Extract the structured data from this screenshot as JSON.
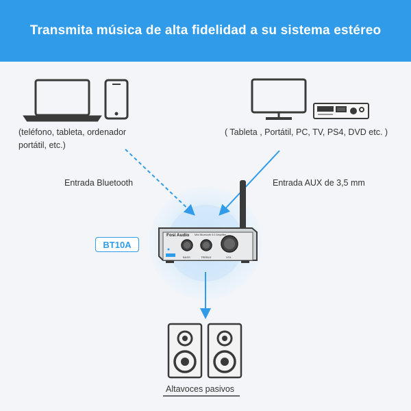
{
  "header": {
    "title": "Transmita música de alta fidelidad a su sistema estéreo"
  },
  "left_devices": {
    "description_line1": "(teléfono, tableta, ordenador",
    "description_line2": "portátil, etc.)",
    "connection_label": "Entrada Bluetooth",
    "icons": [
      "laptop-icon",
      "smartphone-icon"
    ]
  },
  "right_devices": {
    "description": "( Tableta , Portátil, PC, TV, PS4, DVD etc. )",
    "connection_label": "Entrada AUX de 3,5 mm",
    "icons": [
      "monitor-icon",
      "dvd-player-icon"
    ]
  },
  "amplifier": {
    "model_badge": "BT10A",
    "brand": "Fosi Audio",
    "subtitle": "Mini Bluetooth 5.0 Amplifier",
    "knobs": [
      "BASS",
      "TREBLE",
      "VOL"
    ]
  },
  "speakers": {
    "label": "Altavoces pasivos"
  },
  "colors": {
    "accent": "#2f9be9",
    "background": "#f3f5f8",
    "outline": "#3a3a3a"
  }
}
